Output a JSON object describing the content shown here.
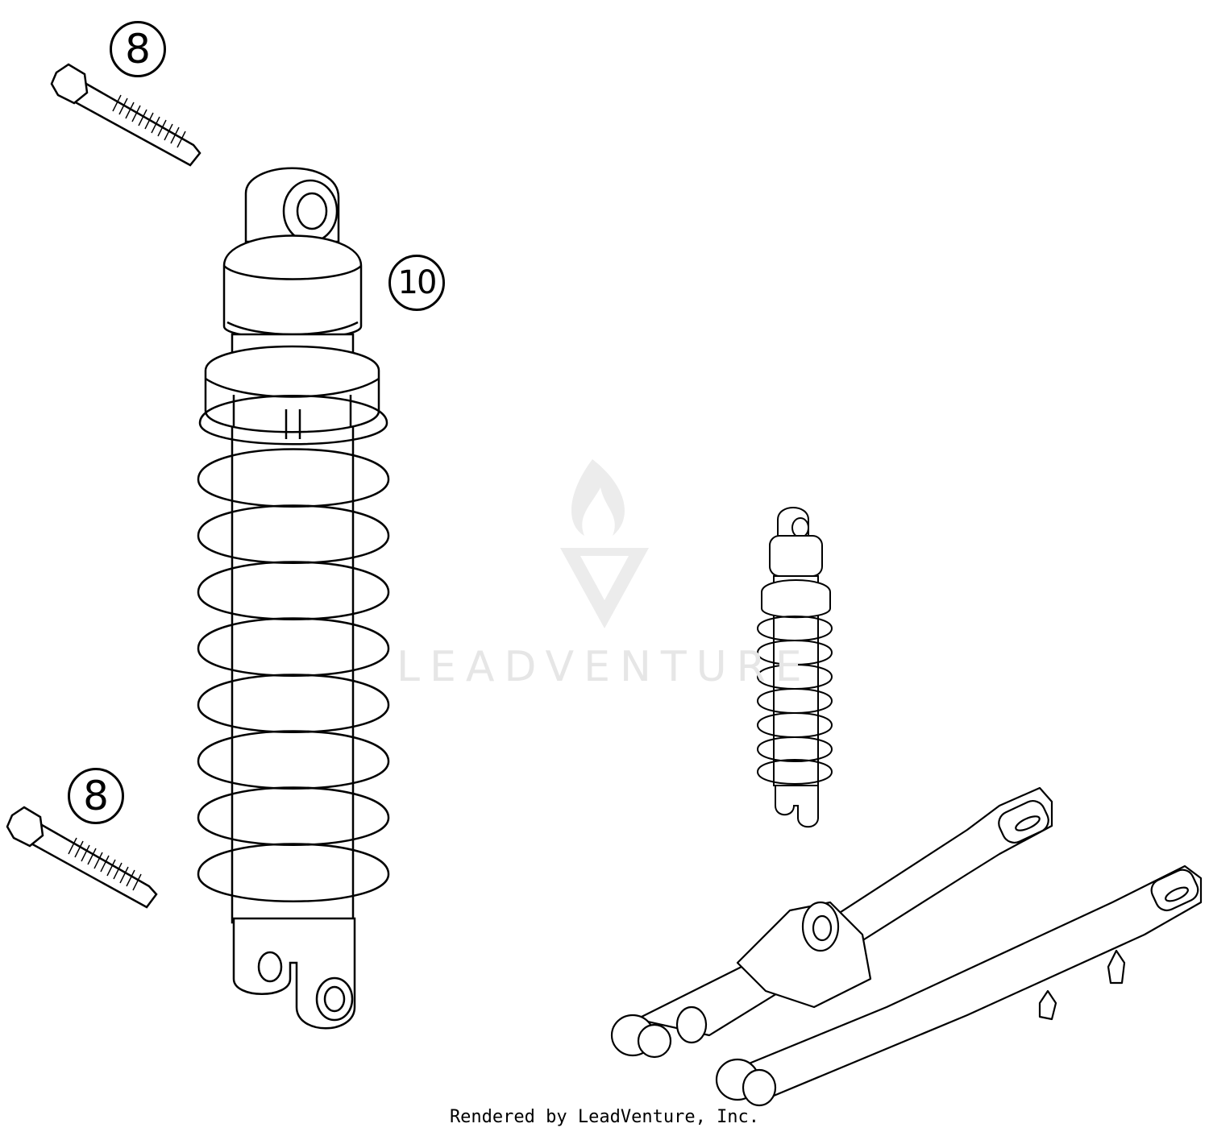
{
  "callouts": [
    {
      "id": "bolt-top",
      "label": "8"
    },
    {
      "id": "shock",
      "label": "10"
    },
    {
      "id": "bolt-bottom",
      "label": "8"
    }
  ],
  "watermark": {
    "text": "LEADVENTURE"
  },
  "footer": {
    "credit": "Rendered by LeadVenture, Inc."
  },
  "colors": {
    "line": "#000000",
    "watermark": "#e6e6e6",
    "background": "#ffffff"
  }
}
